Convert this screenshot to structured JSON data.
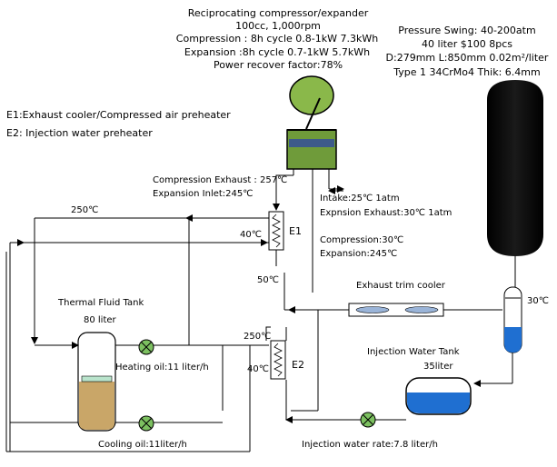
{
  "compressor": {
    "title": "Reciprocating compressor/expander",
    "spec": "100cc, 1,000rpm",
    "compression": "Compression : 8h cycle 0.8-1kW 7.3kWh",
    "expansion": "Expansion :8h cycle  0.7-1kW 5.7kWh",
    "recover": "Power recover factor:78%"
  },
  "pressure_tank": {
    "line1": "Pressure Swing: 40-200atm",
    "line2": "40 liter  $100  8pcs",
    "line3": "D:279mm  L:850mm  0.02m²/liter",
    "line4": "Type 1  34CrMo4  Thik: 6.4mm"
  },
  "legend": {
    "e1": "E1:Exhaust cooler/Compressed air preheater",
    "e2": "E2: Injection water preheater"
  },
  "labels": {
    "comp_exhaust": "Compression Exhaust : 257℃",
    "exp_inlet": "Expansion Inlet:245℃",
    "intake": "Intake:25℃ 1atm",
    "exp_exhaust": "Expnsion Exhaust:30℃ 1atm",
    "t250_top": "250℃",
    "t40_top": "40℃",
    "e1": "E1",
    "comp30": "Compression:30℃",
    "exp245": "Expansion:245℃",
    "t50": "50℃",
    "trim": "Exhaust trim cooler",
    "t30": "30℃",
    "thermal_tank": "Thermal Fluid Tank",
    "thermal_vol": "80 liter",
    "t250_mid": "250℃",
    "t40_mid": "40℃",
    "e2": "E2",
    "heating": "Heating oil:11 liter/h",
    "inj_tank": "Injection Water Tank",
    "inj_vol": "35liter",
    "cooling": "Cooling oil:11liter/h",
    "inj_rate": "Injection water rate:7.8 liter/h"
  }
}
